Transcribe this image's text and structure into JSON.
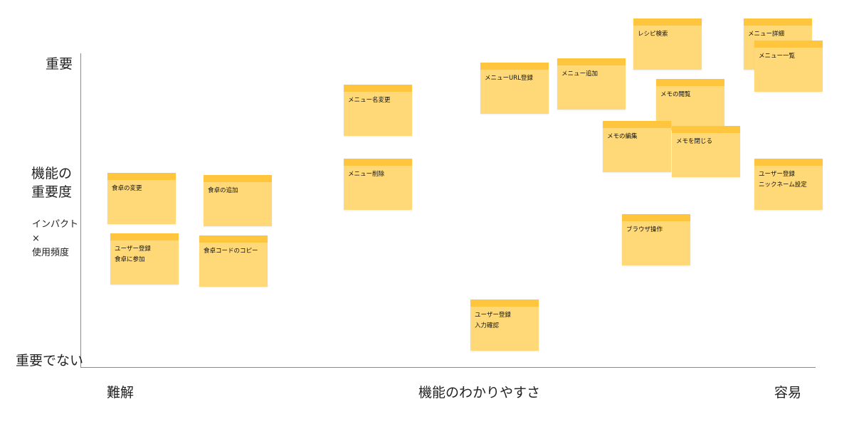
{
  "axis": {
    "y_top": "重要",
    "y_middle": "機能の\n重要度",
    "y_sub": "インパクト\n×\n使用頻度",
    "y_bottom": "重要でない",
    "x_left": "難解",
    "x_center": "機能のわかりやすさ",
    "x_right": "容易"
  },
  "notes": [
    {
      "text": "食卓の変更"
    },
    {
      "text": "食卓の追加"
    },
    {
      "text": "ユーザー登録\n食卓に参加"
    },
    {
      "text": "食卓コードのコピー"
    },
    {
      "text": "メニュー名変更"
    },
    {
      "text": "メニュー削除"
    },
    {
      "text": "メニューURL登録"
    },
    {
      "text": "ユーザー登録\n入力確認"
    },
    {
      "text": "メニュー追加"
    },
    {
      "text": "レシピ検索"
    },
    {
      "text": "メモの閲覧"
    },
    {
      "text": "メモの編集"
    },
    {
      "text": "メモを閉じる"
    },
    {
      "text": "ブラウザ操作"
    },
    {
      "text": "メニュー詳細"
    },
    {
      "text": "メニュー一覧"
    },
    {
      "text": "ユーザー登録\nニックネーム設定"
    }
  ]
}
